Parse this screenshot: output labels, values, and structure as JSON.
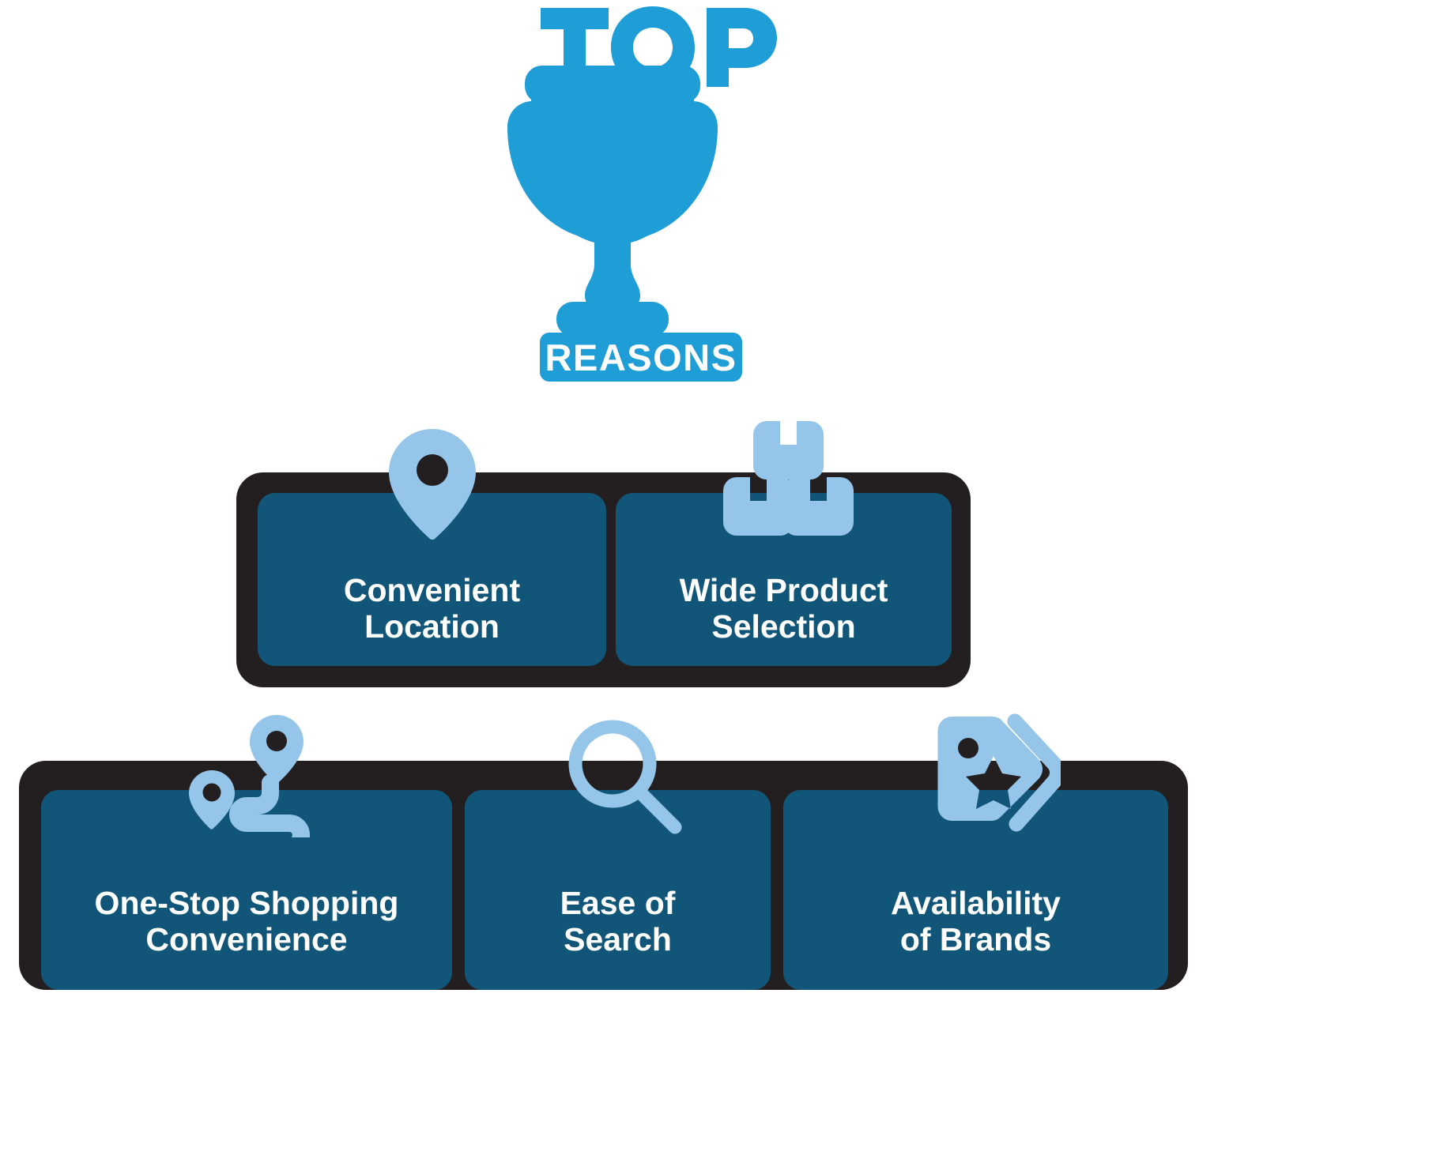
{
  "header": {
    "top_label": "TOP",
    "badge_label": "REASONS",
    "trophy_icon": "trophy-icon"
  },
  "colors": {
    "accent_blue": "#1E9DD6",
    "card_navy": "#115678",
    "frame_dark": "#231F20",
    "icon_light_blue": "#95C6EA",
    "text_white": "#FFFFFF"
  },
  "rows": [
    {
      "cards": [
        {
          "label": "Convenient\nLocation",
          "line1": "Convenient",
          "line2": "Location",
          "icon": "location-pin-icon"
        },
        {
          "label": "Wide Product\nSelection",
          "line1": "Wide Product",
          "line2": "Selection",
          "icon": "boxes-icon"
        }
      ]
    },
    {
      "cards": [
        {
          "label": "One-Stop Shopping\nConvenience",
          "line1": "One-Stop Shopping",
          "line2": "Convenience",
          "icon": "route-icon"
        },
        {
          "label": "Ease of\nSearch",
          "line1": "Ease of",
          "line2": "Search",
          "icon": "search-icon"
        },
        {
          "label": "Availability\nof Brands",
          "line1": "Availability",
          "line2": "of Brands",
          "icon": "tags-icon"
        }
      ]
    }
  ]
}
